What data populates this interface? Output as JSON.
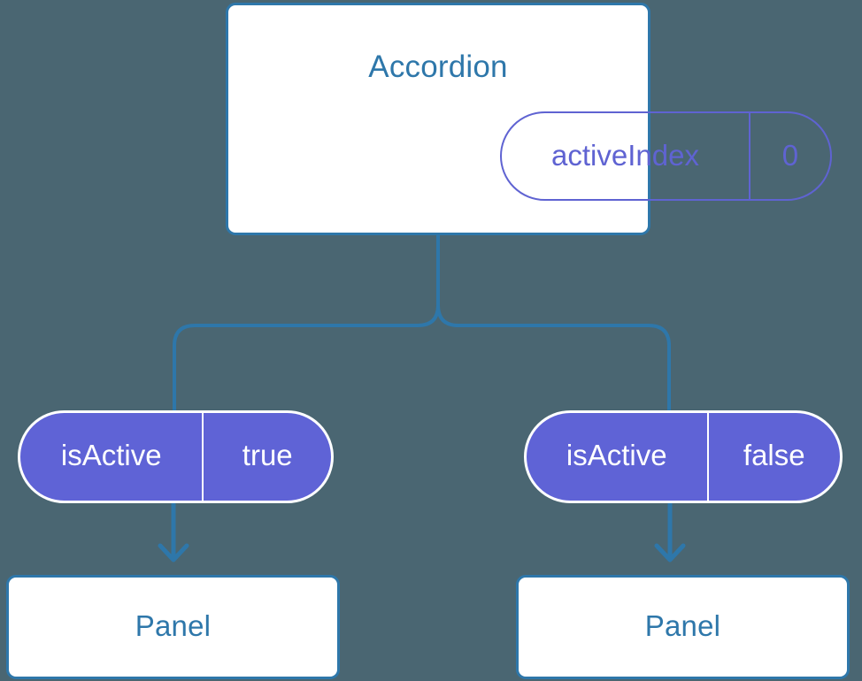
{
  "diagram": {
    "background_color": "#4a6672",
    "accent_blue": "#2e77aa",
    "accent_purple": "#5f63d6"
  },
  "accordion_card": {
    "title": "Accordion",
    "state_pill": {
      "key": "activeIndex",
      "value": "0"
    }
  },
  "branches": [
    {
      "pill": {
        "key": "isActive",
        "value": "true"
      },
      "panel": {
        "title": "Panel"
      }
    },
    {
      "pill": {
        "key": "isActive",
        "value": "false"
      },
      "panel": {
        "title": "Panel"
      }
    }
  ],
  "connectors": {
    "tree_color": "#2e77aa",
    "arrow_color": "#2e77aa"
  }
}
